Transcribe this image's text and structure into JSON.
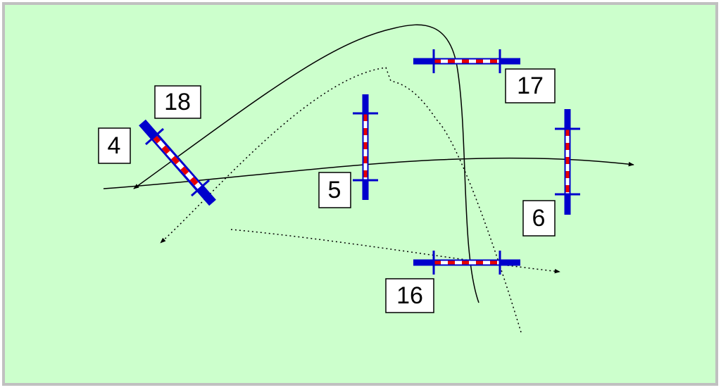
{
  "colors": {
    "background": "#ccffcc",
    "border": "#c0c0c0",
    "pole": "#0000cc",
    "stripe_red": "#e60000",
    "stripe_white": "#ffffff",
    "path": "#000000",
    "label_fill": "#ffffff",
    "label_stroke": "#000000"
  },
  "obstacles": [
    {
      "id": "obstacle-4",
      "number": "4"
    },
    {
      "id": "obstacle-5",
      "number": "5"
    },
    {
      "id": "obstacle-6",
      "number": "6"
    },
    {
      "id": "obstacle-16",
      "number": "16"
    },
    {
      "id": "obstacle-17",
      "number": "17"
    },
    {
      "id": "obstacle-18",
      "number": "18"
    }
  ],
  "paths": [
    {
      "id": "solid-main-line",
      "style": "solid"
    },
    {
      "id": "solid-loop-line",
      "style": "solid"
    },
    {
      "id": "dotted-return-line",
      "style": "dotted"
    },
    {
      "id": "dotted-arc-line",
      "style": "dotted"
    }
  ]
}
